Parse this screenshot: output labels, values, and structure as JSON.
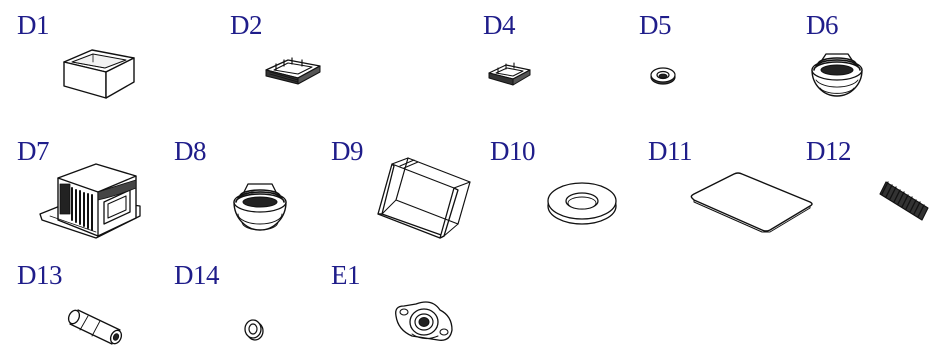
{
  "labels": {
    "d1": "D1",
    "d2": "D2",
    "d4": "D4",
    "d5": "D5",
    "d6": "D6",
    "d7": "D7",
    "d8": "D8",
    "d9": "D9",
    "d10": "D10",
    "d11": "D11",
    "d12": "D12",
    "d13": "D13",
    "d14": "D14",
    "e1": "E1"
  },
  "parts": {
    "d1": "square-cap-icon",
    "d2": "rectangular-grommet-icon",
    "d4": "small-rectangular-grommet-icon",
    "d5": "small-round-grommet-icon",
    "d6": "hemispherical-cap-icon",
    "d7": "housing-icon",
    "d8": "hemispherical-cap-icon",
    "d9": "u-channel-icon",
    "d10": "flat-washer-icon",
    "d11": "rubber-pad-icon",
    "d12": "coil-spring-icon",
    "d13": "cylindrical-bumper-icon",
    "d14": "small-ring-icon",
    "e1": "flange-bearing-icon"
  },
  "colors": {
    "label": "#1f1d8a",
    "line": "#111111"
  }
}
